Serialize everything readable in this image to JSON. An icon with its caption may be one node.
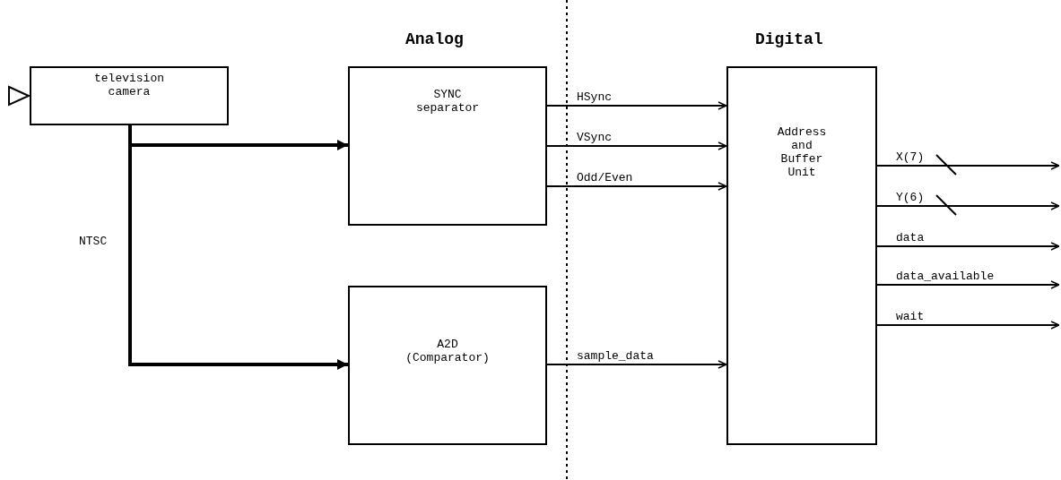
{
  "diagram": {
    "nodes": [
      {
        "text": [
          "television camera"
        ]
      },
      {
        "text": [
          "SYNC separator"
        ]
      },
      {
        "text": [
          "A2D (Comparator)"
        ]
      },
      {
        "text": [
          "Address and Buffer Unit"
        ]
      }
    ],
    "edges": [
      {
        "from": 0,
        "to": 1,
        "arrow": "to",
        "style": "thick"
      },
      {
        "from": 0,
        "to": 2,
        "arrow": "to",
        "style": "thick"
      },
      {
        "from": 1,
        "to": 3,
        "arrow": "to",
        "label": "HSync"
      },
      {
        "from": 1,
        "to": 3,
        "arrow": "to",
        "label": "VSync"
      },
      {
        "from": 1,
        "to": 3,
        "arrow": "to",
        "label": "Odd/Even"
      },
      {
        "from": 2,
        "to": 3,
        "arrow": "to",
        "label": "sample_data"
      },
      {
        "from": 3,
        "to": null,
        "arrow": "to",
        "label": "X(7)"
      },
      {
        "from": 3,
        "to": null,
        "arrow": "to",
        "label": "Y(6)"
      },
      {
        "from": 3,
        "to": null,
        "arrow": "to",
        "label": "data"
      },
      {
        "from": 3,
        "to": null,
        "arrow": "to",
        "label": "data_available"
      },
      {
        "from": 3,
        "to": null,
        "arrow": "to",
        "label": "wait"
      }
    ],
    "labels": [
      "Analog",
      "Digital",
      "NTSC"
    ]
  }
}
